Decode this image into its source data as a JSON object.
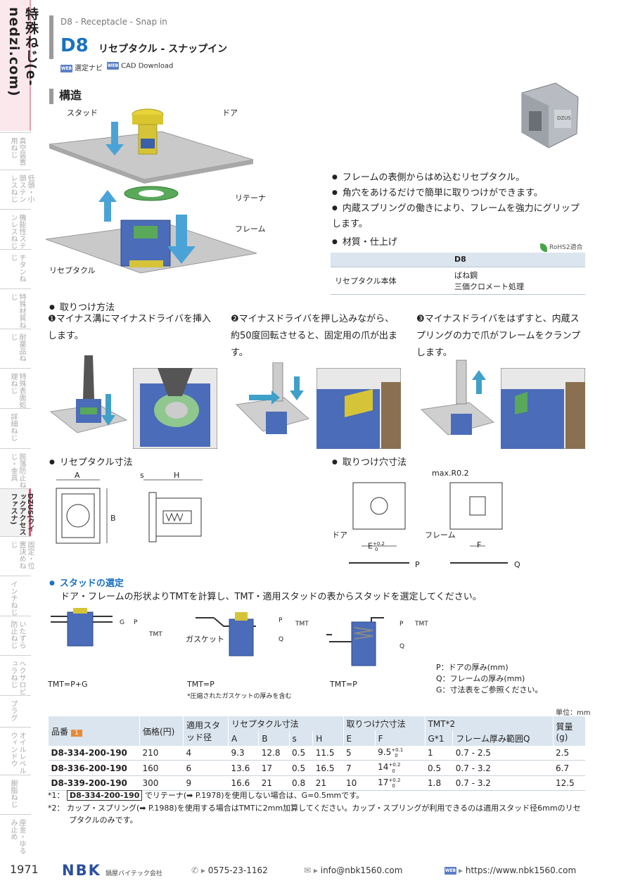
{
  "sidebar": {
    "top": "特殊ねじ(e-nedzi.com)",
    "items": [
      "真空装置用ねじ",
      "低頭・小頭ステンレスねじ",
      "機能性ステンレスねじ",
      "チタンねじ",
      "特殊材質ねじ",
      "耐薬品ねじ",
      "特殊表面処理ねじ",
      "詳細ねじ",
      "脱落防止ねじ・金具",
      "DZUS(クイックアクセスファスナ)",
      "固定・位置決めねじ",
      "インチねじ",
      "いたずら防止ねじ",
      "ヘクサロビュラねじ",
      "プラグ",
      "オイルレベルウィンドウ",
      "樹脂ねじ",
      "座金・ゆるみ止め"
    ]
  },
  "header": {
    "breadcrumb": "D8 - Receptacle - Snap in",
    "code": "D8",
    "title": "リセプタクル - スナップイン",
    "link1": "選定ナビ",
    "link2": "CAD Download",
    "web": "WEB"
  },
  "structure": {
    "heading": "構造",
    "labels": {
      "stud": "スタッド",
      "door": "ドア",
      "retainer": "リテーナ",
      "frame": "フレーム",
      "receptacle": "リセプタクル"
    }
  },
  "features": [
    "フレームの表側からはめ込むリセプタクル。",
    "角穴をあけるだけで簡単に取りつけができます。",
    "内蔵スプリングの働きにより、フレームを強力にグリップします。"
  ],
  "material": {
    "heading": "材質・仕上げ",
    "rohs": "RoHS2適合",
    "col": "D8",
    "row_label": "リセプタクル本体",
    "value1": "ばね鋼",
    "value2": "三価クロメート処理"
  },
  "install": {
    "heading": "取りつけ方法",
    "step1": "❶マイナス溝にマイナスドライバを挿入します。",
    "step2": "❷マイナスドライバを押し込みながら、約50度回転させると、固定用の爪が出ます。",
    "step3": "❸マイナスドライバをはずすと、内蔵スプリングの力で爪がフレームをクランプします。"
  },
  "dimensions": {
    "heading": "リセプタクル寸法",
    "A": "A",
    "B": "B",
    "s": "s",
    "H": "H"
  },
  "hole": {
    "heading": "取りつけ穴寸法",
    "maxr": "max.R0.2",
    "door": "ドア",
    "frame": "フレーム",
    "E": "E",
    "F": "F",
    "tol": "+0.2",
    "tol0": "0",
    "P": "P",
    "Q": "Q"
  },
  "stud": {
    "heading": "スタッドの選定",
    "desc": "ドア・フレームの形状よりTMTを計算し、TMT・適用スタッドの表からスタッドを選定してください。",
    "f1": "TMT=P+G",
    "f2": "TMT=P",
    "f3": "TMT=P",
    "gasket": "ガスケット",
    "gasket_note": "*圧縮されたガスケットの厚みを含む",
    "legendP": "P：ドアの厚み(mm)",
    "legendQ": "Q：フレームの厚み(mm)",
    "legendG": "G：寸法表をご参照ください。",
    "G": "G",
    "P": "P",
    "Q": "Q",
    "TMT": "TMT"
  },
  "table": {
    "unit": "単位：mm",
    "headers": {
      "part": "品番",
      "badge": "1",
      "price": "価格(円)",
      "stud": "適用スタッド径",
      "rec": "リセプタクル寸法",
      "hole": "取りつけ穴寸法",
      "tmt": "TMT*2",
      "mass": "質量(g)",
      "A": "A",
      "B": "B",
      "s": "s",
      "H": "H",
      "E": "E",
      "F": "F",
      "G": "G*1",
      "range": "フレーム厚み範囲Q"
    },
    "rows": [
      {
        "part": "D8-334-200-190",
        "price": "210",
        "stud": "4",
        "A": "9.3",
        "B": "12.8",
        "s": "0.5",
        "H": "11.5",
        "E": "5",
        "F": "9.5",
        "Fup": "+0.1",
        "Flo": "0",
        "G": "1",
        "range": "0.7 - 2.5",
        "mass": "2.5"
      },
      {
        "part": "D8-336-200-190",
        "price": "160",
        "stud": "6",
        "A": "13.6",
        "B": "17",
        "s": "0.5",
        "H": "16.5",
        "E": "7",
        "F": "14",
        "Fup": "+0.2",
        "Flo": "0",
        "G": "0.5",
        "range": "0.7 - 3.2",
        "mass": "6.7"
      },
      {
        "part": "D8-339-200-190",
        "price": "300",
        "stud": "9",
        "A": "16.6",
        "B": "21",
        "s": "0.8",
        "H": "21",
        "E": "10",
        "F": "17",
        "Fup": "+0.2",
        "Flo": "0",
        "G": "1.8",
        "range": "0.7 - 3.2",
        "mass": "12.5"
      }
    ]
  },
  "notes": {
    "n1_mark": "*1：",
    "n1_box": "D8-334-200-190",
    "n1_text": "でリテーナ(➡ P.1978)を使用しない場合は、G=0.5mmです。",
    "n2_mark": "*2：",
    "n2_text": "カップ・スプリング(➡ P.1988)を使用する場合はTMTに2mm加算してください。カップ・スプリングが利用できるのは適用スタッド径6mmのリセプタクルのみです。"
  },
  "footer": {
    "page": "1971",
    "brand": "NBK",
    "company": "鍋屋バイテック会社",
    "phone": "0575-23-1162",
    "email": "info@nbk1560.com",
    "url": "https://www.nbk1560.com"
  },
  "colors": {
    "accent": "#1a72c4",
    "pink": "#d85a7a",
    "tableHeader": "#dbe5ef"
  }
}
